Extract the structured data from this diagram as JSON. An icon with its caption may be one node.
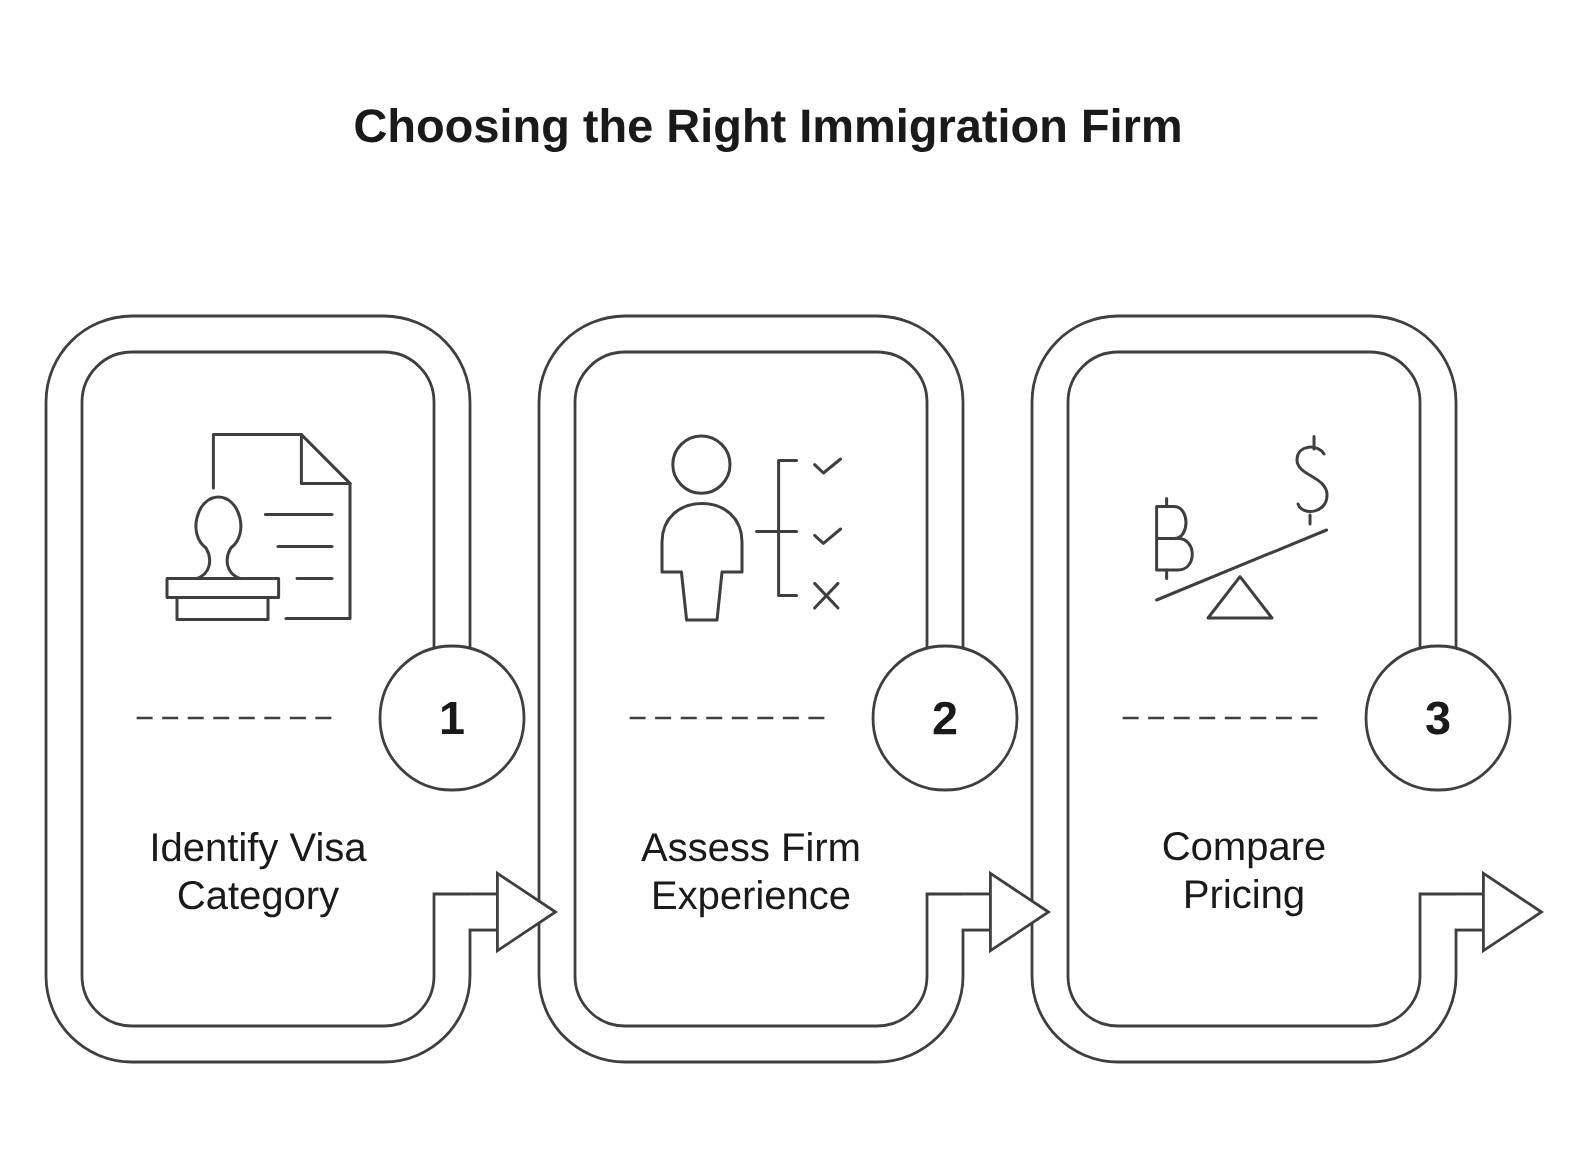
{
  "diagram": {
    "title": "Choosing the Right Immigration Firm",
    "nodes": [
      {
        "text": [
          "Identify Visa Category"
        ]
      },
      {
        "text": [
          "1"
        ]
      },
      {
        "text": [
          "Assess Firm Experience"
        ]
      },
      {
        "text": [
          "2"
        ]
      },
      {
        "text": [
          "Compare Pricing"
        ]
      },
      {
        "text": [
          "3"
        ]
      }
    ],
    "edges": [
      {
        "from": 0,
        "to": 2,
        "arrow": "to"
      },
      {
        "from": 2,
        "to": 4,
        "arrow": "to"
      },
      {
        "from": 4,
        "to": null,
        "arrow": "to"
      }
    ]
  }
}
